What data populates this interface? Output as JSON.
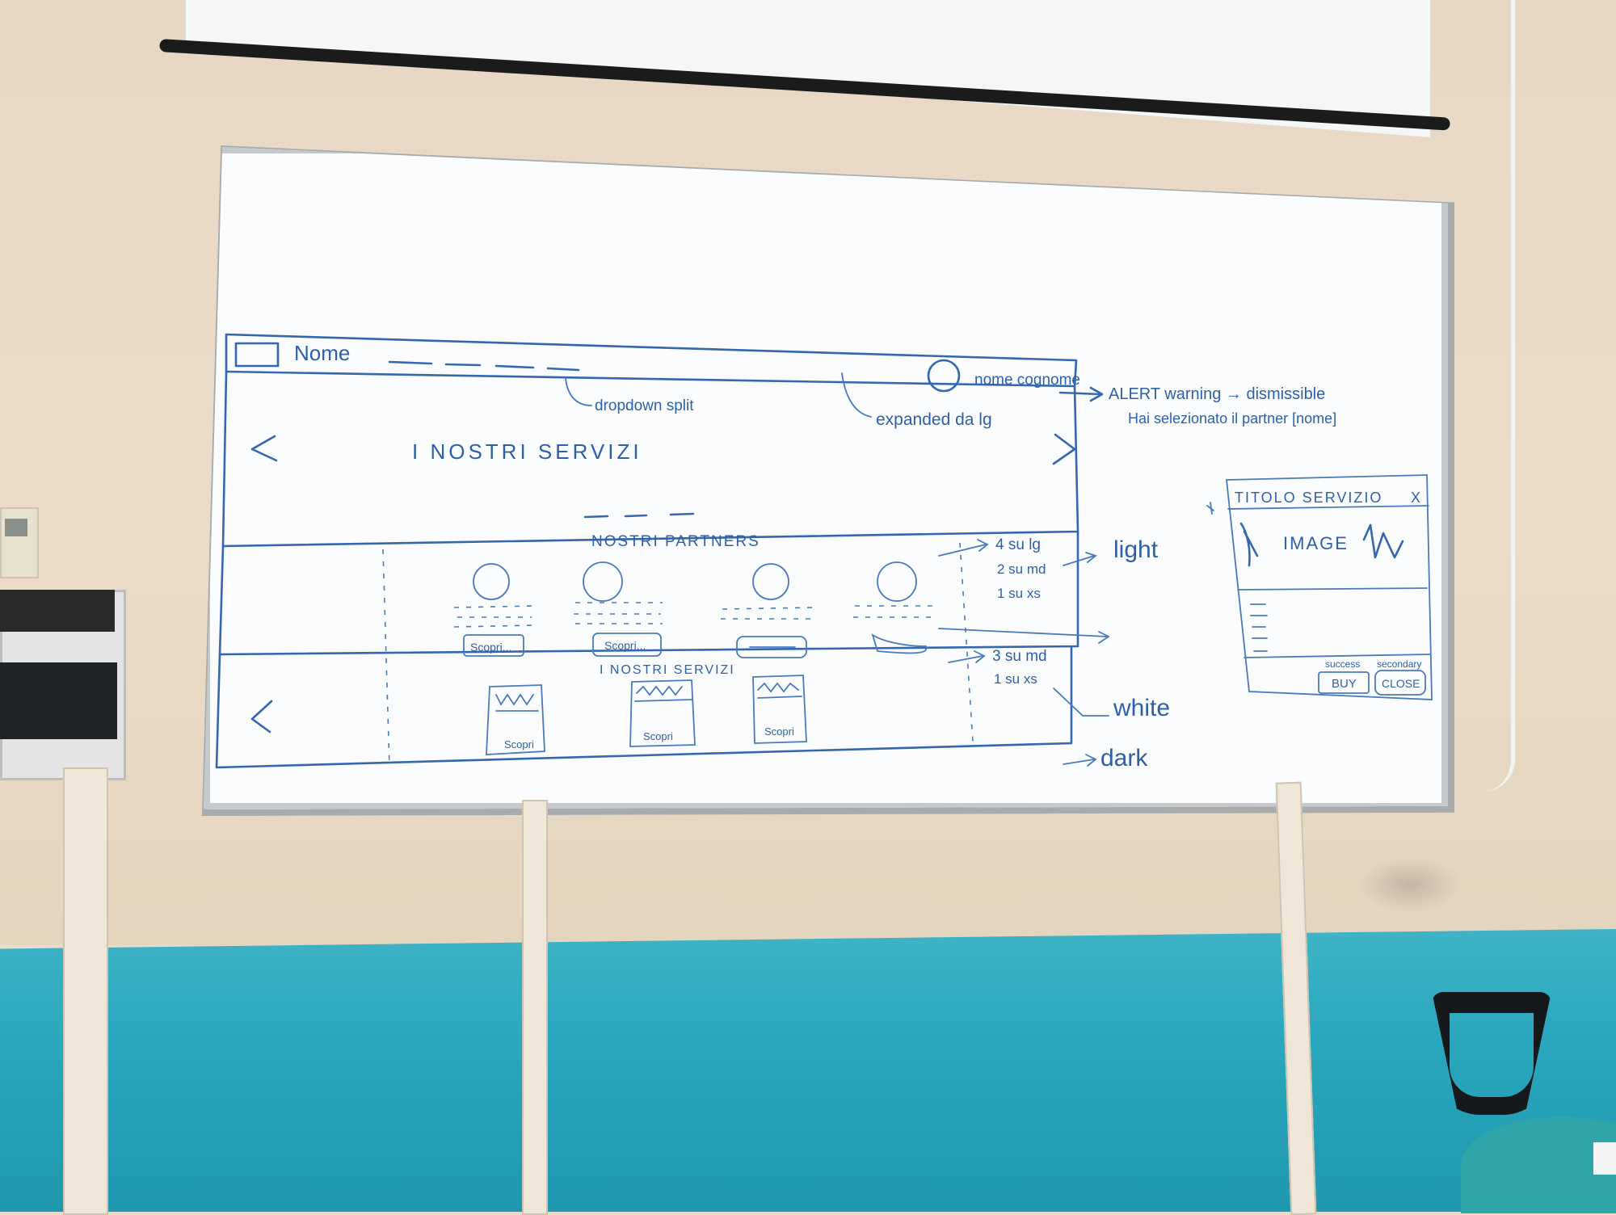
{
  "sketch": {
    "navbar": {
      "brand": "Nome",
      "dropdown_note": "dropdown split",
      "user": "nome cognome",
      "expand_note": "expanded da lg"
    },
    "carousel": {
      "title": "I NOSTRI SERVIZI",
      "prev": "<",
      "next": ">"
    },
    "alert": {
      "line1": "ALERT warning → dismissible",
      "line2": "Hai selezionato il partner [nome]"
    },
    "partners": {
      "title": "NOSTRI PARTNERS",
      "cards": [
        {
          "button": "Scopri..."
        },
        {
          "button": "Scopri..."
        },
        {
          "button": ""
        },
        {
          "button": ""
        }
      ],
      "grid_note": [
        "4 su lg",
        "2 su md",
        "1 su xs"
      ],
      "theme": "light"
    },
    "services": {
      "title": "I NOSTRI SERVIZI",
      "prev": "<",
      "cards": [
        {
          "button": "Scopri"
        },
        {
          "button": "Scopri"
        },
        {
          "button": "Scopri"
        }
      ],
      "grid_note": [
        "3 su md",
        "1 su xs"
      ],
      "theme": "white",
      "footer_theme": "dark"
    },
    "modal": {
      "title": "TITOLO SERVIZIO",
      "close": "X",
      "image": "IMAGE",
      "success_label": "success",
      "secondary_label": "secondary",
      "buy": "BUY",
      "close_button": "CLOSE"
    }
  }
}
